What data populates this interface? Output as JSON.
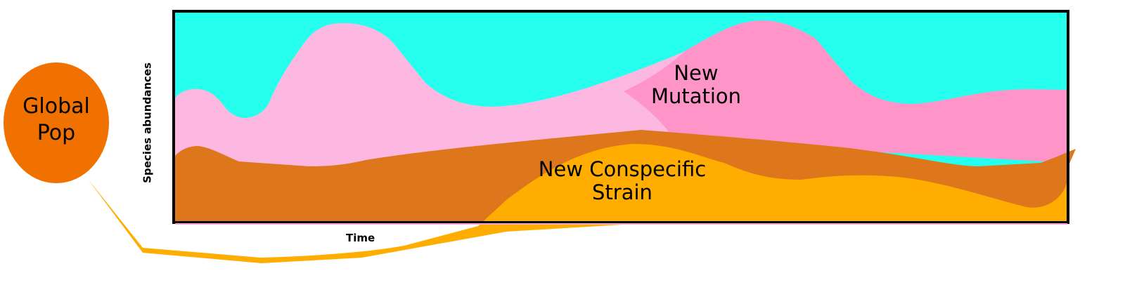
{
  "diagram": {
    "y_axis_label": "Species abundances",
    "x_axis_label": "Time",
    "source_node": {
      "line1": "Global",
      "line2": "Pop"
    },
    "mutation_label": {
      "line1": "New",
      "line2": "Mutation"
    },
    "strain_label": {
      "line1": "New Conspecific",
      "line2": "Strain"
    }
  },
  "colors": {
    "background_species": "#26FFEE",
    "resident_species": "#FDB8E2",
    "new_mutation": "#FF94C8",
    "resident_strain": "#DE761C",
    "new_strain": "#FFAD00",
    "global_pop": "#F07000"
  }
}
